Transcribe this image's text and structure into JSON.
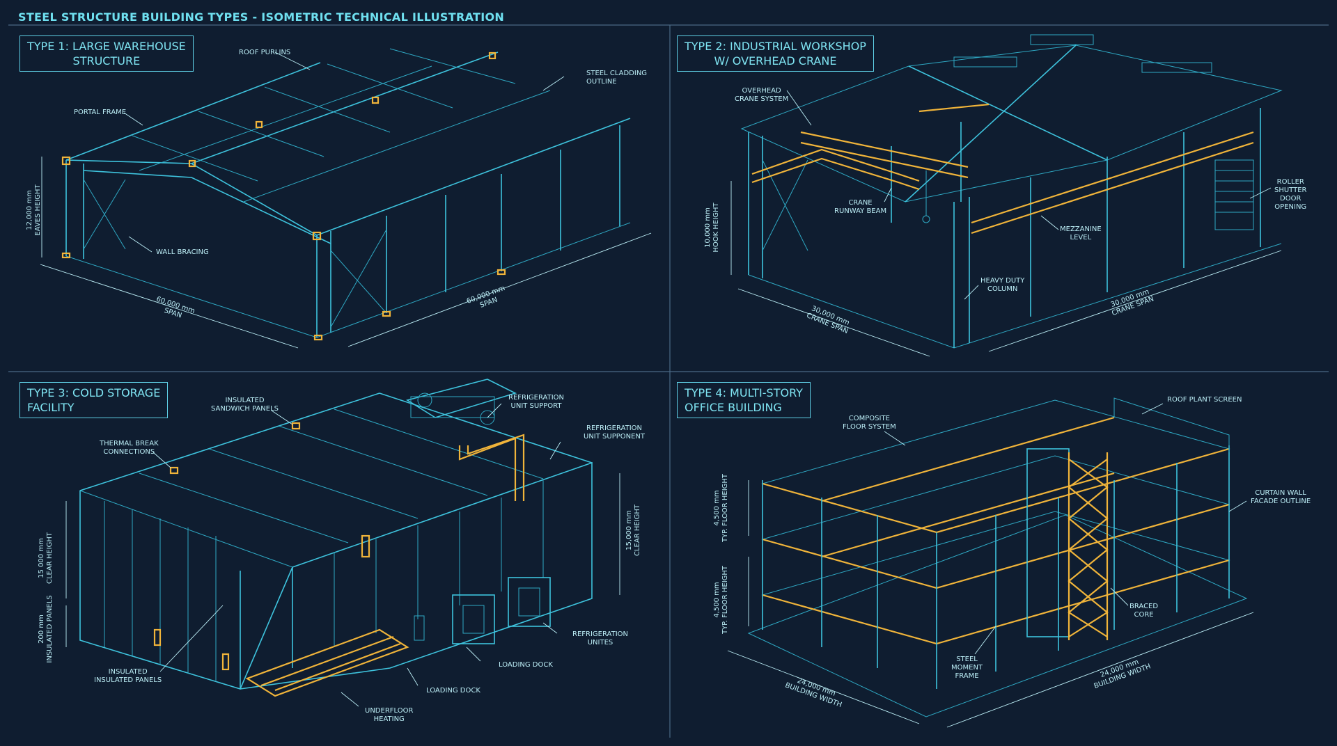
{
  "title": "STEEL STRUCTURE BUILDING TYPES - ISOMETRIC TECHNICAL ILLUSTRATION",
  "colors": {
    "background": "#0f1d30",
    "line": "#3ec3dd",
    "highlight": "#f0b43a",
    "text": "#bdeff7",
    "title": "#6fe0f0"
  },
  "panels": [
    {
      "title_lines": [
        "TYPE 1: LARGE WAREHOUSE",
        "STRUCTURE"
      ],
      "callouts": [
        {
          "lines": [
            "ROOF PURLINS"
          ]
        },
        {
          "lines": [
            "STEEL CLADDING",
            "OUTLINE"
          ]
        },
        {
          "lines": [
            "PORTAL FRAME"
          ]
        },
        {
          "lines": [
            "WALL BRACING"
          ]
        }
      ],
      "dimensions": [
        {
          "lines": [
            "12,000 mm",
            "EAVES HEIGHT"
          ]
        },
        {
          "lines": [
            "60,000 mm",
            "SPAN"
          ]
        },
        {
          "lines": [
            "60,000 mm",
            "SPAN"
          ]
        }
      ]
    },
    {
      "title_lines": [
        "TYPE 2: INDUSTRIAL WORKSHOP",
        "W/ OVERHEAD CRANE"
      ],
      "callouts": [
        {
          "lines": [
            "OVERHEAD",
            "CRANE SYSTEM"
          ]
        },
        {
          "lines": [
            "CRANE",
            "RUNWAY BEAM"
          ]
        },
        {
          "lines": [
            "MEZZANINE",
            "LEVEL"
          ]
        },
        {
          "lines": [
            "HEAVY DUTY",
            "COLUMN"
          ]
        },
        {
          "lines": [
            "ROLLER",
            "SHUTTER",
            "DOOR",
            "OPENING"
          ]
        }
      ],
      "dimensions": [
        {
          "lines": [
            "10,000 mm",
            "HOOK HEIGHT"
          ]
        },
        {
          "lines": [
            "30,000 mm",
            "CRANE SPAN"
          ]
        },
        {
          "lines": [
            "30,000 mm",
            "CRANE SPAN"
          ]
        }
      ]
    },
    {
      "title_lines": [
        "TYPE 3: COLD STORAGE",
        "FACILITY"
      ],
      "callouts": [
        {
          "lines": [
            "INSULATED",
            "SANDWICH PANELS"
          ]
        },
        {
          "lines": [
            "REFRIGERATION",
            "UNIT SUPPORT"
          ]
        },
        {
          "lines": [
            "REFRIGERATION",
            "UNIT SUPPONENT"
          ]
        },
        {
          "lines": [
            "THERMAL BREAK",
            "CONNECTIONS"
          ]
        },
        {
          "lines": [
            "INSULATED",
            "INSULATED PANELS"
          ]
        },
        {
          "lines": [
            "LOADING DOCK"
          ]
        },
        {
          "lines": [
            "LOADING DOCK"
          ]
        },
        {
          "lines": [
            "REFRIGERATION",
            "UNITES"
          ]
        },
        {
          "lines": [
            "UNDERFLOOR",
            "HEATING"
          ]
        }
      ],
      "dimensions": [
        {
          "lines": [
            "15 000 mm",
            "CLEAR HEIGHT"
          ]
        },
        {
          "lines": [
            "200 mm",
            "INSULATED PANELS"
          ]
        },
        {
          "lines": [
            "15,000 mm",
            "CLEAR HEIGHT"
          ]
        }
      ]
    },
    {
      "title_lines": [
        "TYPE 4: MULTI-STORY",
        "OFFICE BUILDING"
      ],
      "callouts": [
        {
          "lines": [
            "COMPOSITE",
            "FLOOR SYSTEM"
          ]
        },
        {
          "lines": [
            "ROOF PLANT SCREEN"
          ]
        },
        {
          "lines": [
            "CURTAIN WALL",
            "FACADE OUTLINE"
          ]
        },
        {
          "lines": [
            "BRACED",
            "CORE"
          ]
        },
        {
          "lines": [
            "STEEL",
            "MOMENT",
            "FRAME"
          ]
        }
      ],
      "dimensions": [
        {
          "lines": [
            "4,500 mm",
            "TYP. FLOOR HEIGHT"
          ]
        },
        {
          "lines": [
            "4,500 mm",
            "TYP. FLOOR HEIGHT"
          ]
        },
        {
          "lines": [
            "24,000 mm",
            "BUILDING WIDTH"
          ]
        },
        {
          "lines": [
            "24,000 mm",
            "BUILDING WIDTH"
          ]
        }
      ]
    }
  ]
}
